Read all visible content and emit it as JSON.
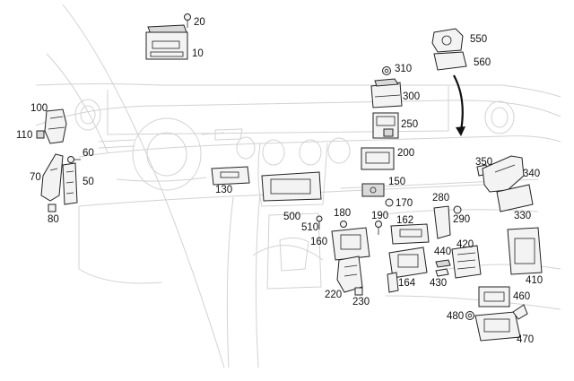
{
  "labels": {
    "l20": "20",
    "l10": "10",
    "l550": "550",
    "l560": "560",
    "l310": "310",
    "l300": "300",
    "l250": "250",
    "l100": "100",
    "l110": "110",
    "l60": "60",
    "l70": "70",
    "l50": "50",
    "l80": "80",
    "l130": "130",
    "l200": "200",
    "l150": "150",
    "l170": "170",
    "l350": "350",
    "l340": "340",
    "l330": "330",
    "l280": "280",
    "l290": "290",
    "l500": "500",
    "l180": "180",
    "l190": "190",
    "l510": "510",
    "l162": "162",
    "l160": "160",
    "l440": "440",
    "l420": "420",
    "l430": "430",
    "l164": "164",
    "l410": "410",
    "l220": "220",
    "l230": "230",
    "l460": "460",
    "l480": "480",
    "l470": "470"
  }
}
